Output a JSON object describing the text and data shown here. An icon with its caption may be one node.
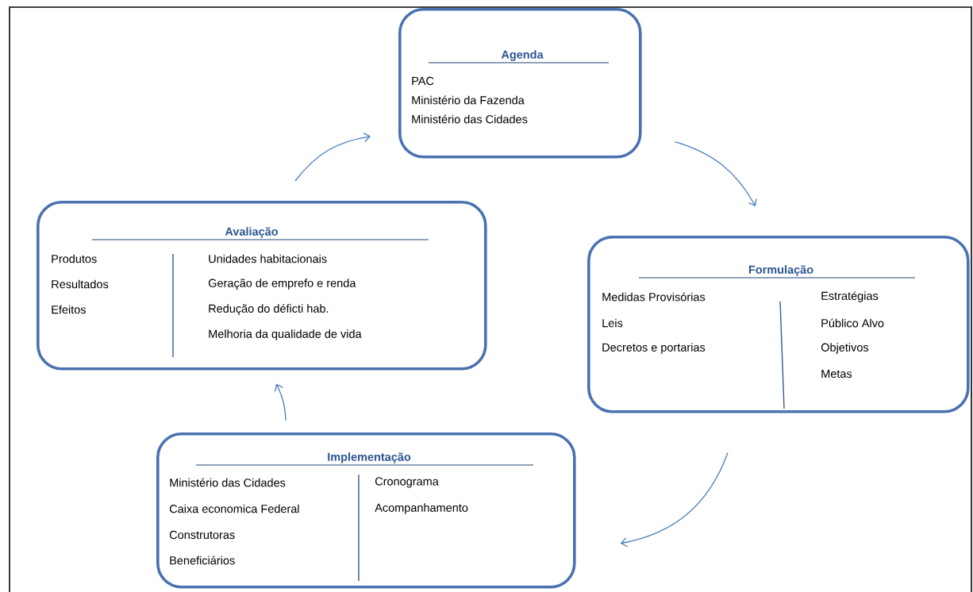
{
  "diagram": {
    "nodes": [
      {
        "text": [
          "Agenda",
          "PAC",
          "Ministério da Fazenda",
          "Ministério das Cidades"
        ]
      },
      {
        "text": [
          "Formulação",
          "Medidas  Provisórias",
          "Leis",
          "Decretos e portarias",
          "Estratégias",
          "Público Alvo",
          "Objetivos",
          "Metas"
        ]
      },
      {
        "text": [
          "Implementação",
          "Ministério das Cidades",
          "Caixa economica Federal",
          "Construtoras",
          "Beneficiários",
          "Cronograma",
          "Acompanhamento"
        ]
      },
      {
        "text": [
          "Avaliação",
          "Produtos",
          "Resultados",
          "Efeitos",
          "Unidades habitacionais",
          "Geração de emprefo e renda",
          "Redução do déficti hab.",
          "Melhoria da qualidade de vida"
        ]
      }
    ],
    "edges": [
      {
        "from": 0,
        "to": 1,
        "arrow": "to"
      },
      {
        "from": 1,
        "to": 2,
        "arrow": "to"
      },
      {
        "from": 2,
        "to": 3,
        "arrow": "to"
      },
      {
        "from": 3,
        "to": 0,
        "arrow": "to"
      }
    ]
  }
}
